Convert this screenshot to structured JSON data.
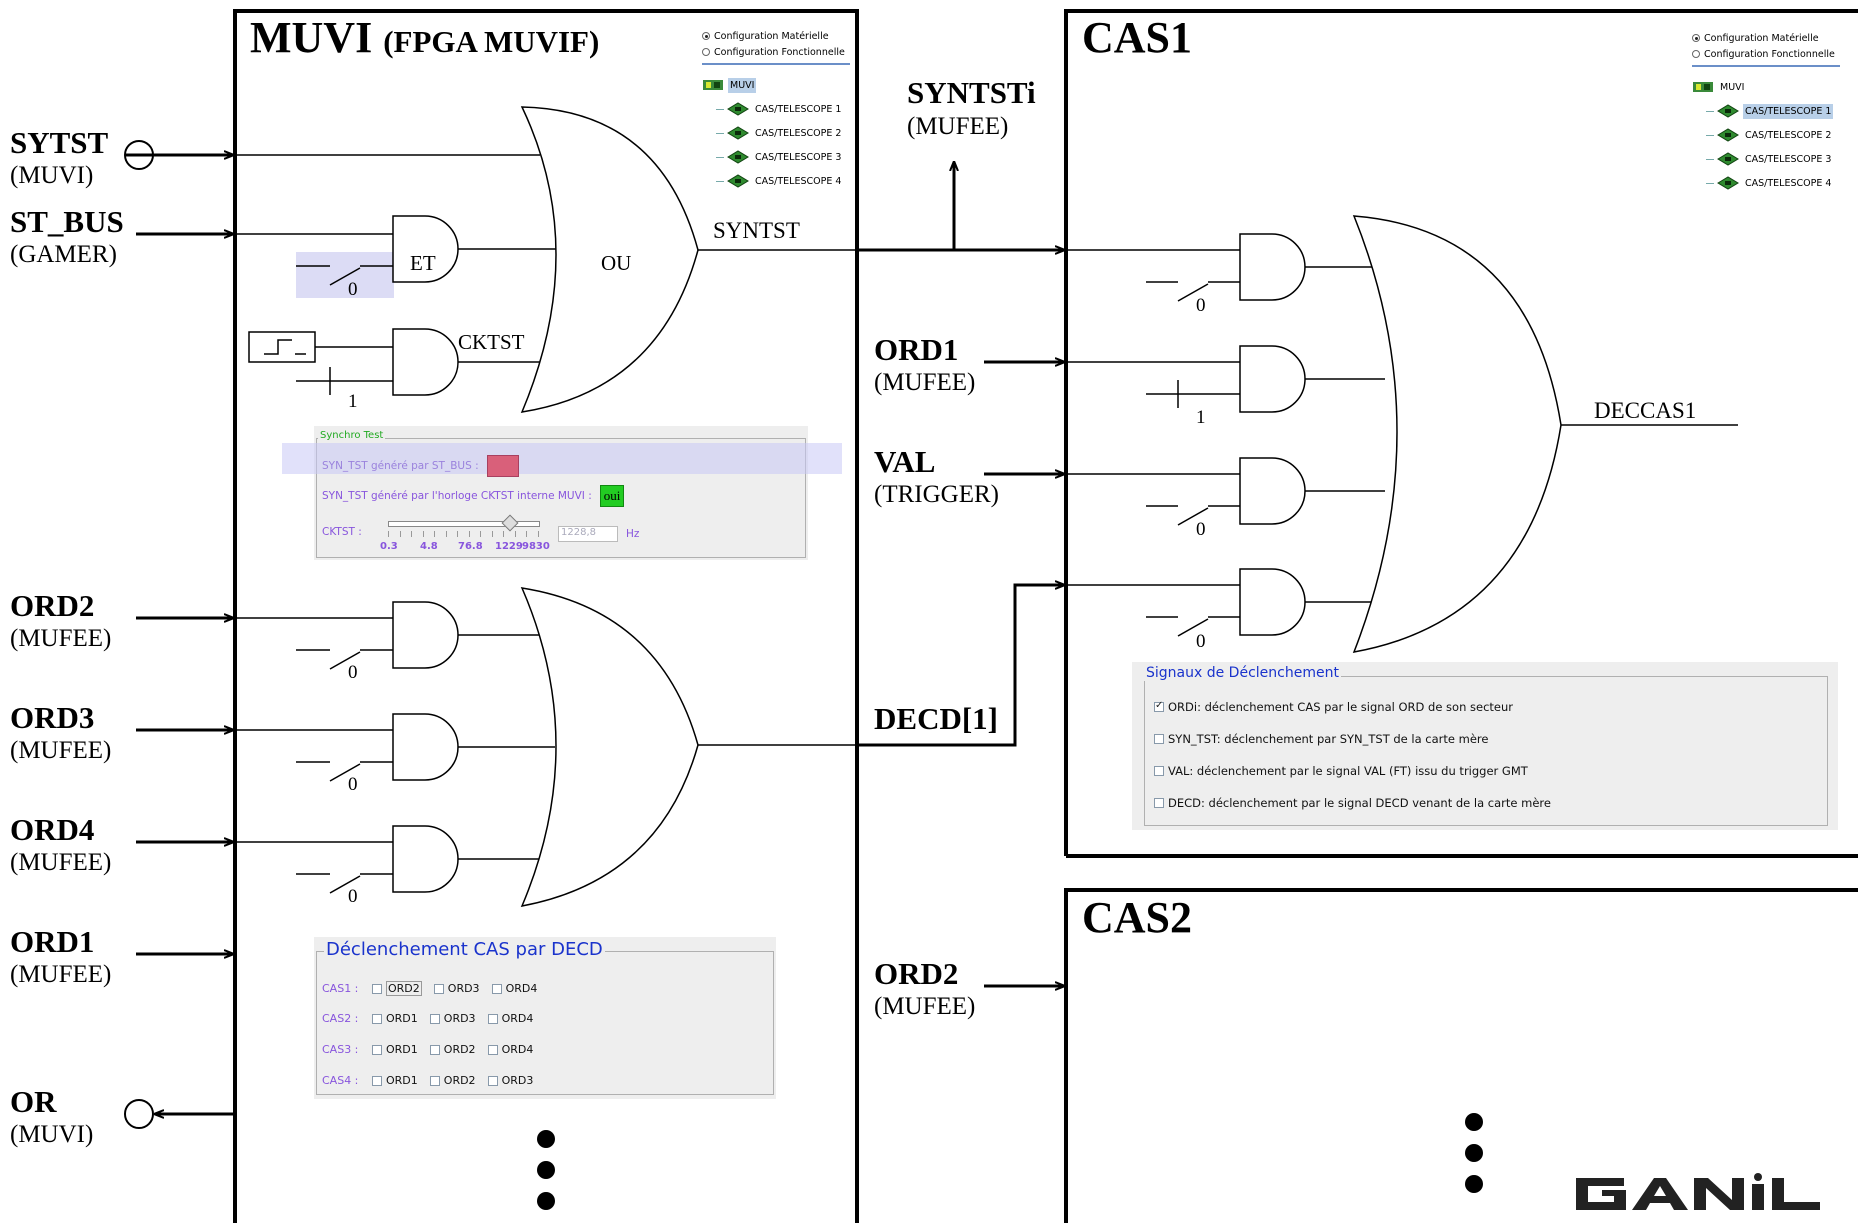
{
  "muvi": {
    "title": "MUVI",
    "subtitle": "(FPGA MUVIF)",
    "inputs": [
      {
        "name": "SYTST",
        "source": "(MUVI)"
      },
      {
        "name": "ST_BUS",
        "source": "(GAMER)"
      },
      {
        "name": "ORD2",
        "source": "(MUFEE)"
      },
      {
        "name": "ORD3",
        "source": "(MUFEE)"
      },
      {
        "name": "ORD4",
        "source": "(MUFEE)"
      },
      {
        "name": "ORD1",
        "source": "(MUFEE)"
      },
      {
        "name": "OR",
        "source": "(MUVI)"
      }
    ],
    "gates": {
      "and": "ET",
      "or": "OU",
      "clock_label": "CKTST"
    },
    "switch_values": [
      "0",
      "1",
      "0",
      "0",
      "0"
    ],
    "output_label": "SYNTST",
    "tree": {
      "radio_options": [
        "Configuration Matérielle",
        "Configuration Fonctionnelle"
      ],
      "root": "MUVI",
      "children": [
        "CAS/TELESCOPE 1",
        "CAS/TELESCOPE 2",
        "CAS/TELESCOPE 3",
        "CAS/TELESCOPE 4"
      ]
    },
    "synchro_panel": {
      "legend": "Synchro Test",
      "row1_label": "SYN_TST généré par ST_BUS :",
      "row2_label": "SYN_TST généré par l'horloge CKTST interne MUVI :",
      "row2_value": "oui",
      "slider_label": "CKTST :",
      "ticks": [
        "0.3",
        "4.8",
        "76.8",
        "1229",
        "9830"
      ],
      "freq_value": "1228,8",
      "unit": "Hz"
    },
    "decd_panel": {
      "legend": "Déclenchement CAS par DECD",
      "rows": [
        {
          "label": "CAS1 :",
          "options": [
            "ORD2",
            "ORD3",
            "ORD4"
          ]
        },
        {
          "label": "CAS2 :",
          "options": [
            "ORD1",
            "ORD3",
            "ORD4"
          ]
        },
        {
          "label": "CAS3 :",
          "options": [
            "ORD1",
            "ORD2",
            "ORD4"
          ]
        },
        {
          "label": "CAS4 :",
          "options": [
            "ORD1",
            "ORD2",
            "ORD3"
          ]
        }
      ]
    }
  },
  "middle": {
    "syntsti": {
      "name": "SYNTSTi",
      "source": "(MUFEE)"
    },
    "ord1": {
      "name": "ORD1",
      "source": "(MUFEE)"
    },
    "val": {
      "name": "VAL",
      "source": "(TRIGGER)"
    },
    "decd": {
      "name": "DECD[1]"
    },
    "ord2": {
      "name": "ORD2",
      "source": "(MUFEE)"
    }
  },
  "cas1": {
    "title": "CAS1",
    "output_label": "DECCAS1",
    "switch_values": [
      "0",
      "1",
      "0",
      "0"
    ],
    "tree": {
      "radio_options": [
        "Configuration Matérielle",
        "Configuration Fonctionnelle"
      ],
      "root": "MUVI",
      "children": [
        "CAS/TELESCOPE 1",
        "CAS/TELESCOPE 2",
        "CAS/TELESCOPE 3",
        "CAS/TELESCOPE 4"
      ],
      "selected": "CAS/TELESCOPE 1"
    },
    "signals_panel": {
      "legend": "Signaux de Déclenchement",
      "items": [
        {
          "checked": true,
          "text": "ORDi: déclenchement CAS par le signal ORD de son secteur"
        },
        {
          "checked": false,
          "text": "SYN_TST: déclenchement par SYN_TST de la carte mère"
        },
        {
          "checked": false,
          "text": "VAL: déclenchement par le signal VAL (FT) issu du trigger GMT"
        },
        {
          "checked": false,
          "text": "DECD: déclenchement par le signal DECD venant de la carte mère"
        }
      ]
    }
  },
  "cas2": {
    "title": "CAS2"
  },
  "logo": {
    "text": "GANIL"
  },
  "colors": {
    "ui_bg": "#eeeeee",
    "legend_blue": "#1a33cc",
    "legend_green": "#22aa22",
    "label_purple": "#8855dd",
    "selection_lavender": "#dcdcf5",
    "status_red": "#d9607a",
    "status_green": "#22cc22"
  }
}
